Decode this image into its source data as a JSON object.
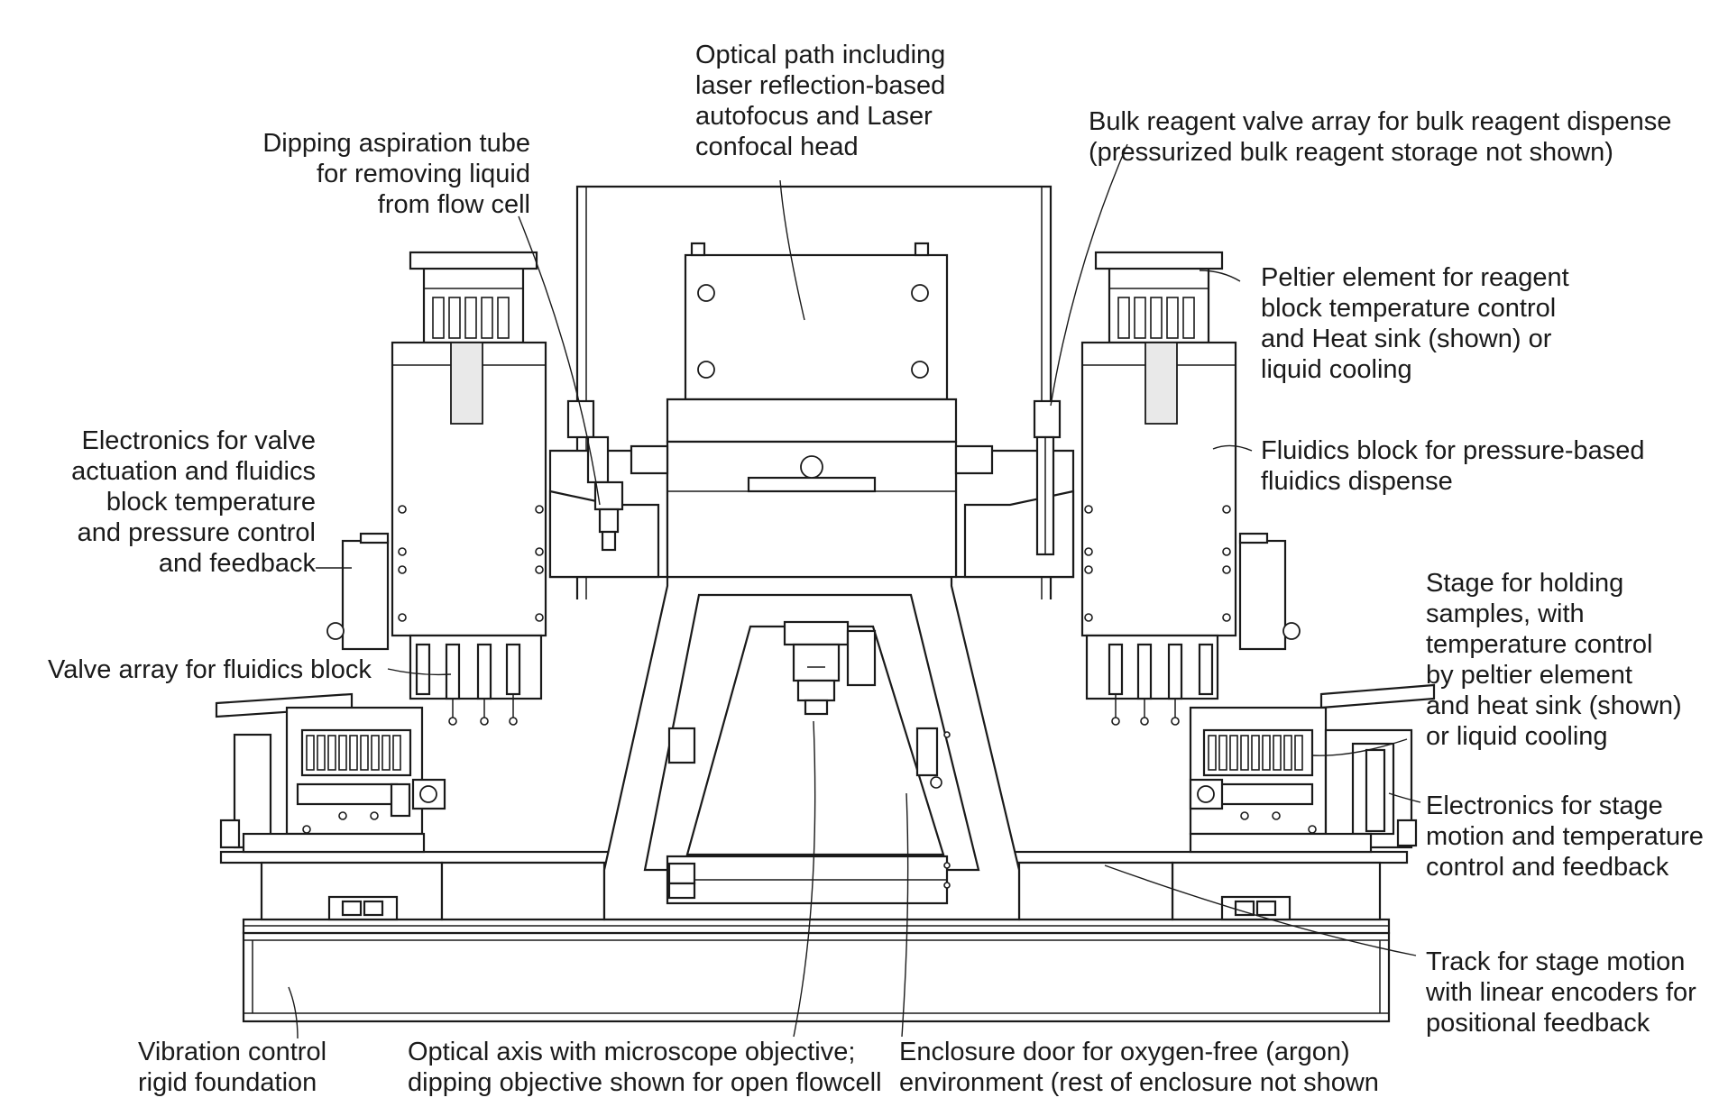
{
  "labels": {
    "optical_path": [
      "Optical path including",
      "laser reflection-based",
      "autofocus and Laser",
      "confocal head"
    ],
    "bulk_reagent": [
      "Bulk reagent valve array for bulk reagent dispense",
      "(pressurized bulk reagent storage not shown)"
    ],
    "dipping_tube": [
      "Dipping aspiration tube",
      "for removing liquid",
      "from flow cell"
    ],
    "peltier_reagent": [
      "Peltier element for reagent",
      "block temperature control",
      "and Heat sink (shown) or",
      "liquid cooling"
    ],
    "electronics_valve": [
      "Electronics for valve",
      "actuation and fluidics",
      "block temperature",
      "and pressure control",
      "and feedback"
    ],
    "fluidics_block": [
      "Fluidics block for pressure-based",
      "fluidics dispense"
    ],
    "stage_holding": [
      "Stage for holding",
      "samples, with",
      "temperature control",
      "by peltier element",
      "and heat sink (shown)",
      "or liquid cooling"
    ],
    "valve_array": [
      "Valve array for fluidics block"
    ],
    "electronics_stage": [
      "Electronics for stage",
      "motion and temperature",
      "control and feedback"
    ],
    "track": [
      "Track for stage motion",
      "with linear encoders for",
      "positional feedback"
    ],
    "vibration": [
      "Vibration control",
      "rigid foundation"
    ],
    "optical_axis": [
      "Optical axis with microscope objective;",
      "dipping objective shown for open flowcell"
    ],
    "enclosure": [
      "Enclosure door for oxygen-free (argon)",
      "environment (rest of enclosure not shown"
    ]
  }
}
